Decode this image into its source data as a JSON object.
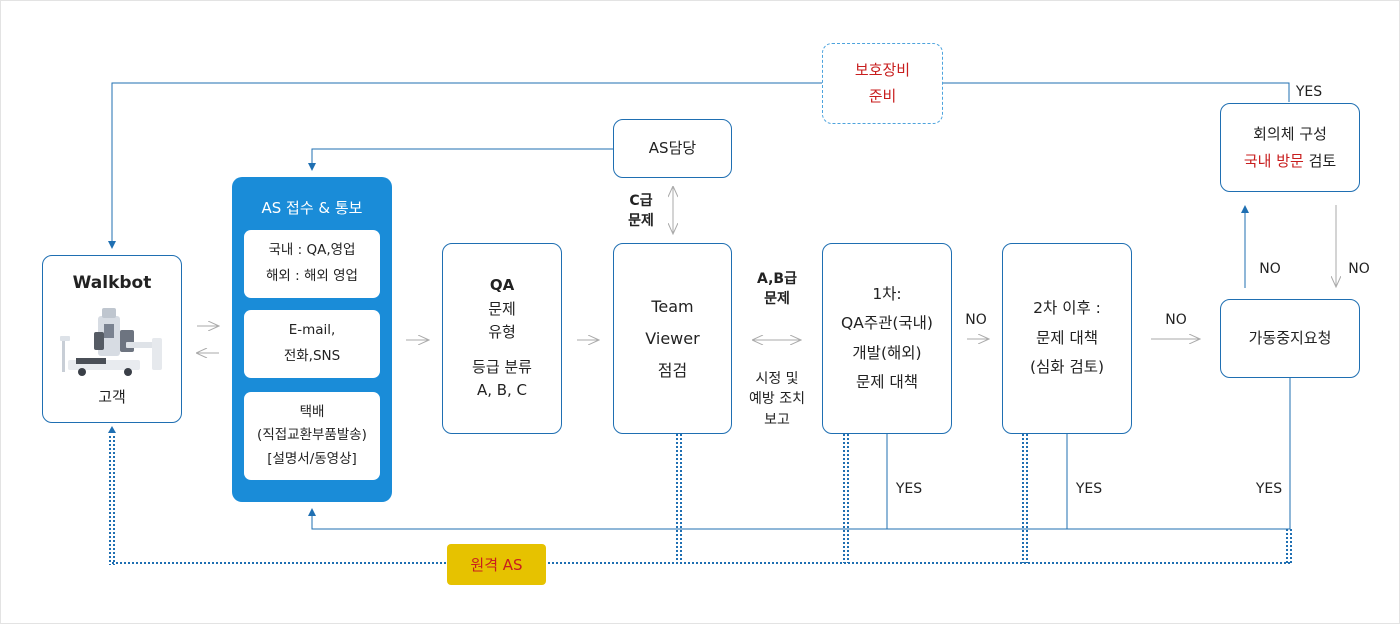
{
  "customer": {
    "title": "Walkbot",
    "label": "고객"
  },
  "as_intake": {
    "title": "AS 접수 & 통보",
    "blocks": [
      {
        "lines": [
          "국내 : QA,영업",
          "해외 : 해외 영업"
        ]
      },
      {
        "lines": [
          "E-mail,",
          "전화,SNS"
        ]
      },
      {
        "lines": [
          "택배",
          "(직접교환부품발송)",
          "[설명서/동영상]"
        ]
      }
    ]
  },
  "qa": {
    "title": "QA",
    "lines": [
      "문제",
      "유형"
    ],
    "lines2": [
      "등급 분류",
      "A, B, C"
    ]
  },
  "as_manager": {
    "label": "AS담당"
  },
  "c_grade": {
    "lines": [
      "C급",
      "문제"
    ]
  },
  "team_viewer": {
    "lines": [
      "Team",
      "Viewer",
      "점검"
    ]
  },
  "ab_grade": {
    "lines": [
      "A,B급",
      "문제"
    ]
  },
  "report": {
    "lines": [
      "시정 및",
      "예방 조치",
      "보고"
    ]
  },
  "first": {
    "lines": [
      "1차:",
      "QA주관(국내)",
      "개발(해외)",
      "문제 대책"
    ]
  },
  "second": {
    "lines": [
      "2차 이후 :",
      "문제 대책",
      "(심화 검토)"
    ]
  },
  "stop": {
    "label": "가동중지요청"
  },
  "council": {
    "line1": "회의체 구성",
    "line2_red": "국내 방문",
    "line2_rest": " 검토"
  },
  "protect": {
    "lines": [
      "보호장비",
      "준비"
    ]
  },
  "remote": {
    "label": "원격 AS"
  },
  "labels": {
    "no": "NO",
    "yes": "YES"
  },
  "colors": {
    "line": "#1f6fb2",
    "as_fill": "#1a8cd8",
    "remote_fill": "#e6c200",
    "red": "#c81e1e",
    "arrow_gray": "#aaaaaa"
  }
}
